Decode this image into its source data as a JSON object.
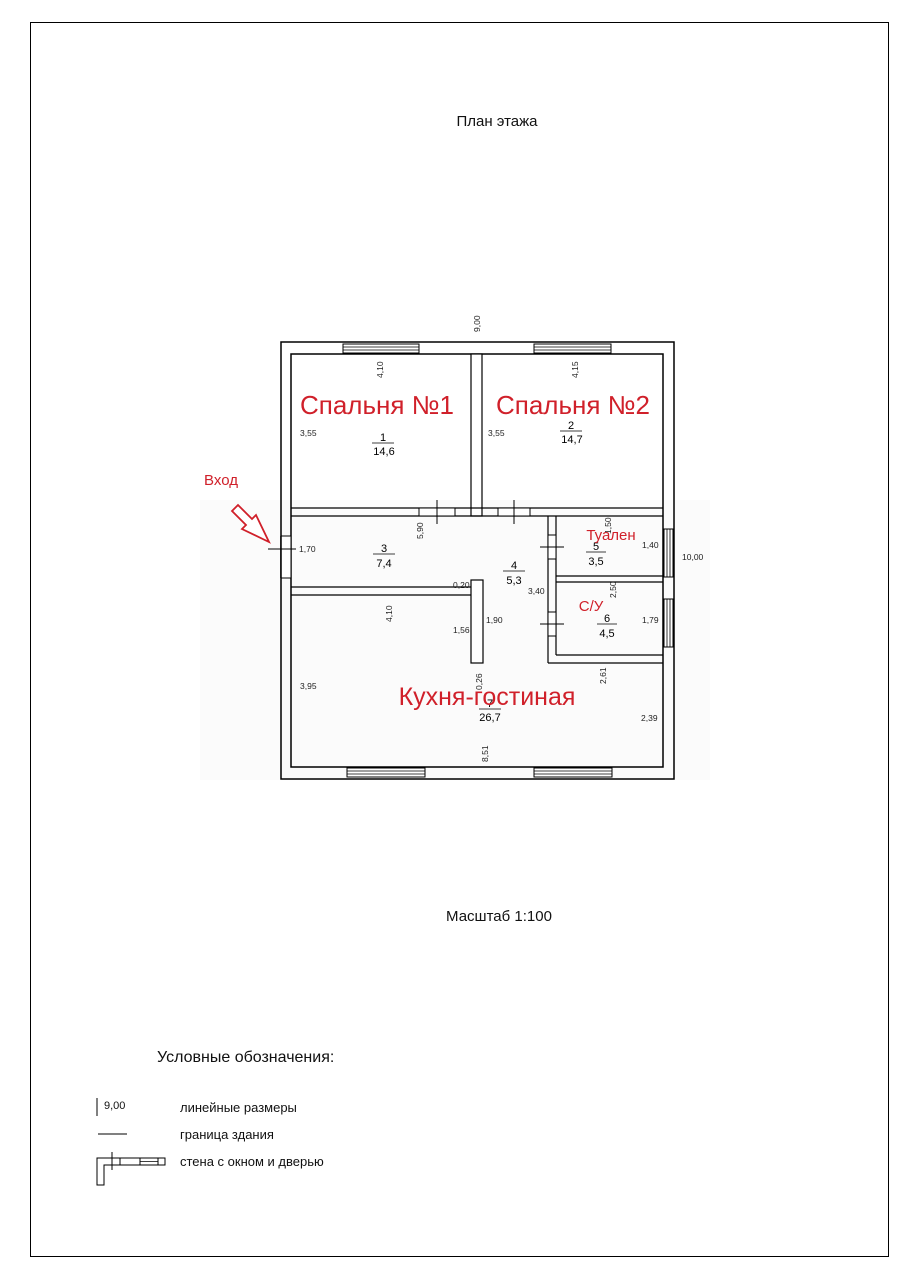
{
  "title": "План этажа",
  "scale": "Масштаб 1:100",
  "entrance": "Вход",
  "rooms": [
    {
      "id": "room-1",
      "number": "1",
      "area": "14,6",
      "label": "Спальня №1"
    },
    {
      "id": "room-2",
      "number": "2",
      "area": "14,7",
      "label": "Спальня №2"
    },
    {
      "id": "room-3",
      "number": "3",
      "area": "7,4",
      "label": ""
    },
    {
      "id": "room-4",
      "number": "4",
      "area": "5,3",
      "label": ""
    },
    {
      "id": "room-5",
      "number": "5",
      "area": "3,5",
      "label": "Туален"
    },
    {
      "id": "room-6",
      "number": "6",
      "area": "4,5",
      "label": "С/У"
    },
    {
      "id": "room-7",
      "number": "7",
      "area": "26,7",
      "label": "Кухня-гостиная"
    }
  ],
  "dimensions": {
    "top_width": "9,00",
    "right_height": "10,00",
    "r1_width": "4,10",
    "r2_width": "4,15",
    "r1_height": "3,55",
    "r2_height": "3,55",
    "r3_height": "1,70",
    "r3_width": "5,90",
    "hall_wall_gap": "0,20",
    "hall_width": "4,10",
    "hall_depth": "1,56",
    "corridor_len": "1,90",
    "corridor_height": "3,40",
    "wall_thick": "0,26",
    "r5_width": "1,50",
    "r5_height": "1,40",
    "r6_width": "2,50",
    "r6_height": "1,79",
    "r7_right_width": "2,61",
    "r7_left_height": "3,95",
    "r7_right_height": "2,39",
    "bottom_width": "8,51"
  },
  "legend": {
    "heading": "Условные обозначения:",
    "sample_dimension": "9,00",
    "items": [
      "линейные размеры",
      "граница здания",
      "стена с окном и дверью"
    ]
  },
  "colors": {
    "annotation": "#d0202a",
    "line": "#000000",
    "dim_text": "#222222"
  }
}
